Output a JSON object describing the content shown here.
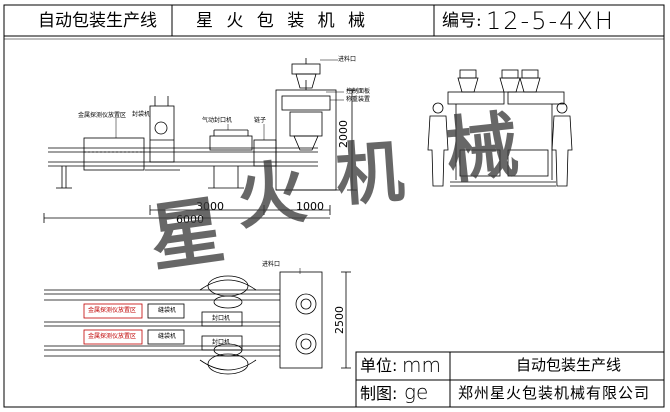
{
  "header": {
    "line_name": "自动包装生产线",
    "company": "星 火 包 装 机 械",
    "code_label": "编号:",
    "code_value": "12-5-4XH"
  },
  "side_view": {
    "inlet": "进料口",
    "control_panel": "控制面板",
    "weighing_device": "称重装置",
    "metal_detect": "金属探测仪放置区",
    "bagging_machine": "封袋机",
    "pneumatic_sealer": "气动封口机",
    "conveyor": "链子",
    "height_dim": "2000",
    "dim_a": "3000",
    "dim_b": "1000",
    "dim_total": "6000"
  },
  "top_view": {
    "inlet": "进料口",
    "metal_detect_1": "金属探测仪放置区",
    "metal_detect_2": "金属探测仪放置区",
    "bagger_1": "缝袋机",
    "bagger_2": "缝袋机",
    "sealer_1": "封口机",
    "sealer_2": "封口机",
    "width_dim": "2500"
  },
  "title_block": {
    "unit_label": "单位:",
    "unit_value": "mm",
    "drawn_label": "制图:",
    "drawn_value": "ge",
    "title": "自动包装生产线",
    "company": "郑州星火包装机械有限公司"
  },
  "watermark": {
    "chars": [
      "星",
      "火",
      "机",
      "械"
    ]
  }
}
